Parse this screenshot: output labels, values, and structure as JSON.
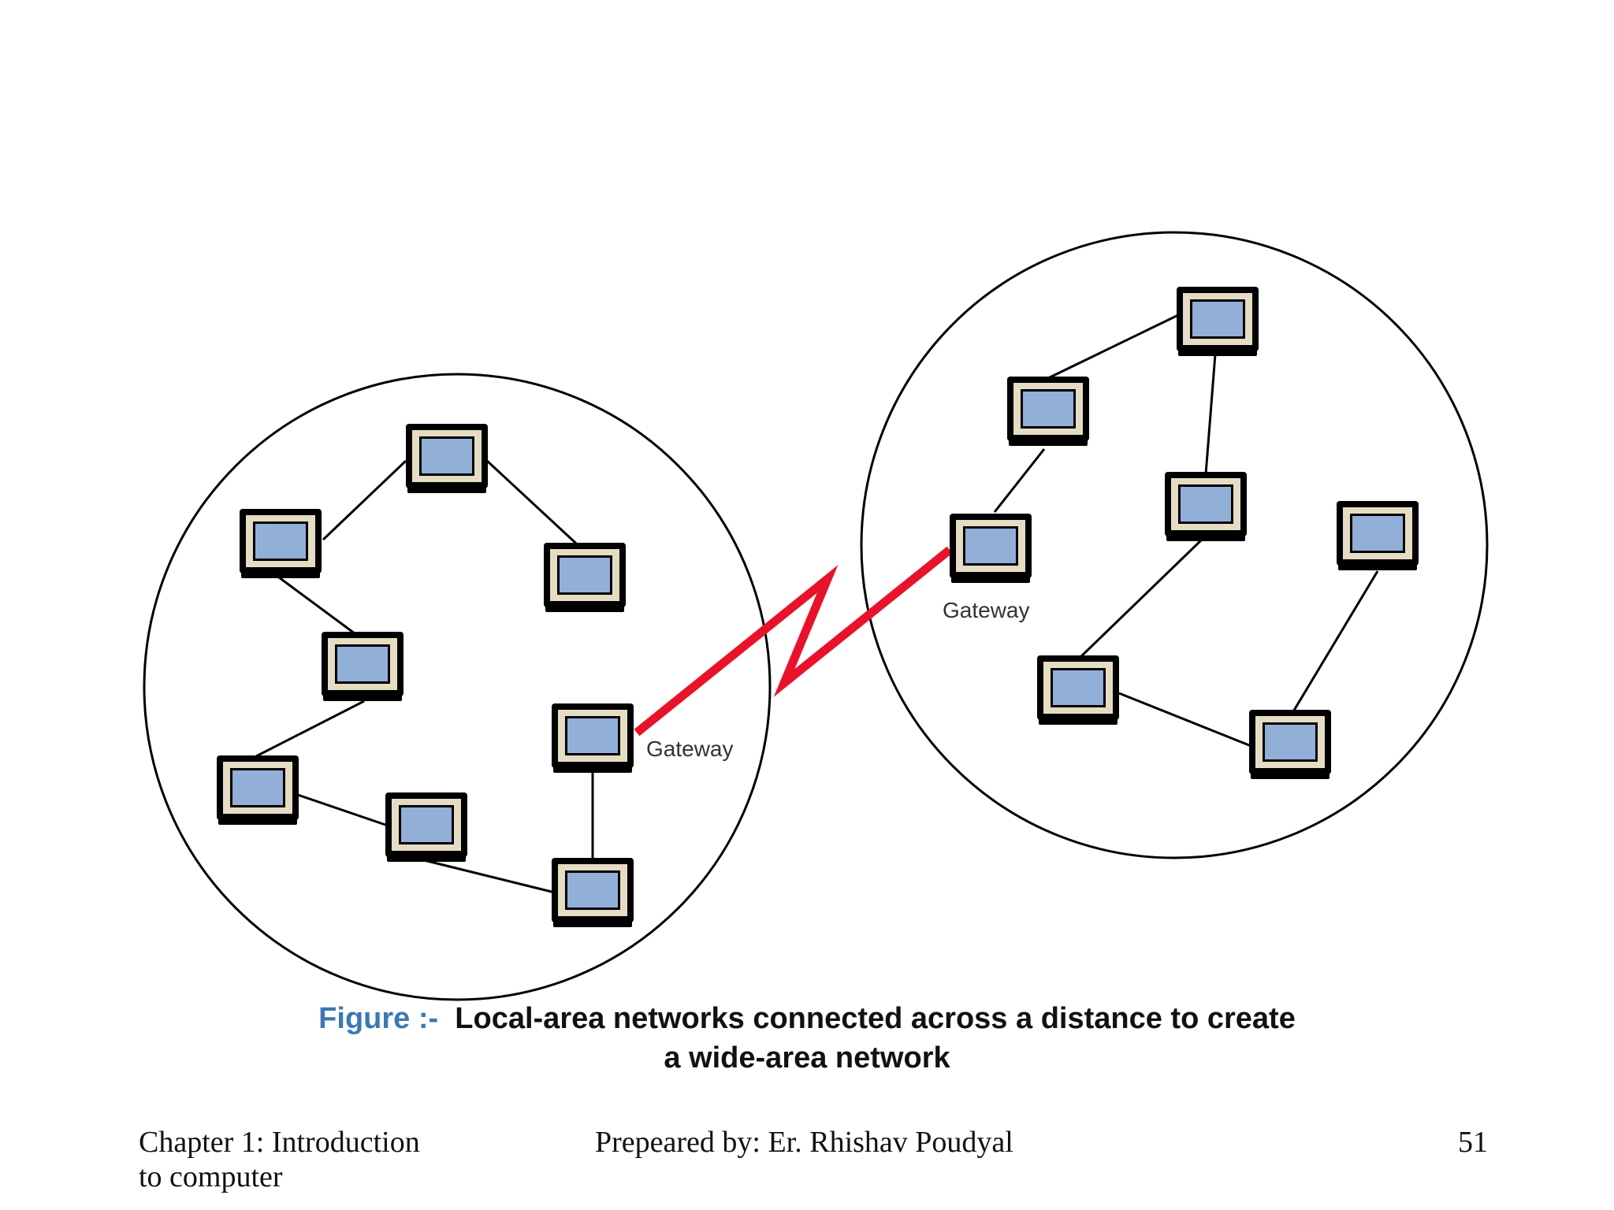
{
  "diagram": {
    "left_lan": {
      "gateway_label": "Gateway"
    },
    "right_lan": {
      "gateway_label": "Gateway"
    },
    "colors": {
      "wan_link": "#e8132b",
      "screen": "#92afd8",
      "bezel": "#e6dcc4",
      "outline": "#000000"
    }
  },
  "caption": {
    "prefix": "Figure :-",
    "line1": "Local-area networks connected across a distance to create",
    "line2": "a wide-area network"
  },
  "footer": {
    "left_line1": "Chapter 1: Introduction",
    "left_line2": "to computer",
    "center": "Prepeared by: Er. Rhishav Poudyal",
    "page_number": "51"
  }
}
